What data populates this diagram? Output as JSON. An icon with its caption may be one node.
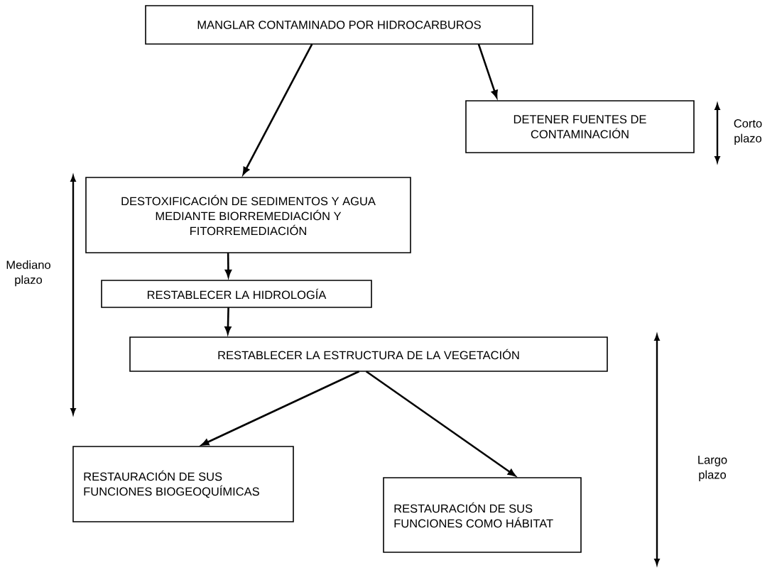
{
  "diagram": {
    "nodes": [
      {
        "text": [
          "MANGLAR CONTAMINADO POR HIDROCARBUROS"
        ]
      },
      {
        "text": [
          "DETENER FUENTES DE CONTAMINACIÓN"
        ]
      },
      {
        "text": [
          "DESTOXIFICACIÓN DE SEDIMENTOS Y AGUA MEDIANTE BIORREMEDIACIÓN Y FITORREMEDIACIÓN"
        ]
      },
      {
        "text": [
          "RESTABLECER LA HIDROLOGÍA"
        ]
      },
      {
        "text": [
          "RESTABLECER LA ESTRUCTURA DE LA VEGETACIÓN"
        ]
      },
      {
        "text": [
          "RESTAURACIÓN DE SUS FUNCIONES BIOGEOQUÍMICAS"
        ]
      },
      {
        "text": [
          "RESTAURACIÓN DE SUS FUNCIONES COMO HÁBITAT"
        ]
      }
    ],
    "edges": [
      {
        "from": 0,
        "to": 2,
        "arrow": "to"
      },
      {
        "from": 0,
        "to": 1,
        "arrow": "to"
      },
      {
        "from": 2,
        "to": 3,
        "arrow": "to"
      },
      {
        "from": 3,
        "to": 4,
        "arrow": "to"
      },
      {
        "from": 4,
        "to": 5,
        "arrow": "to"
      },
      {
        "from": 4,
        "to": 6,
        "arrow": "to"
      }
    ],
    "labels": [
      "Corto plazo",
      "Mediano plazo",
      "Largo plazo"
    ]
  }
}
